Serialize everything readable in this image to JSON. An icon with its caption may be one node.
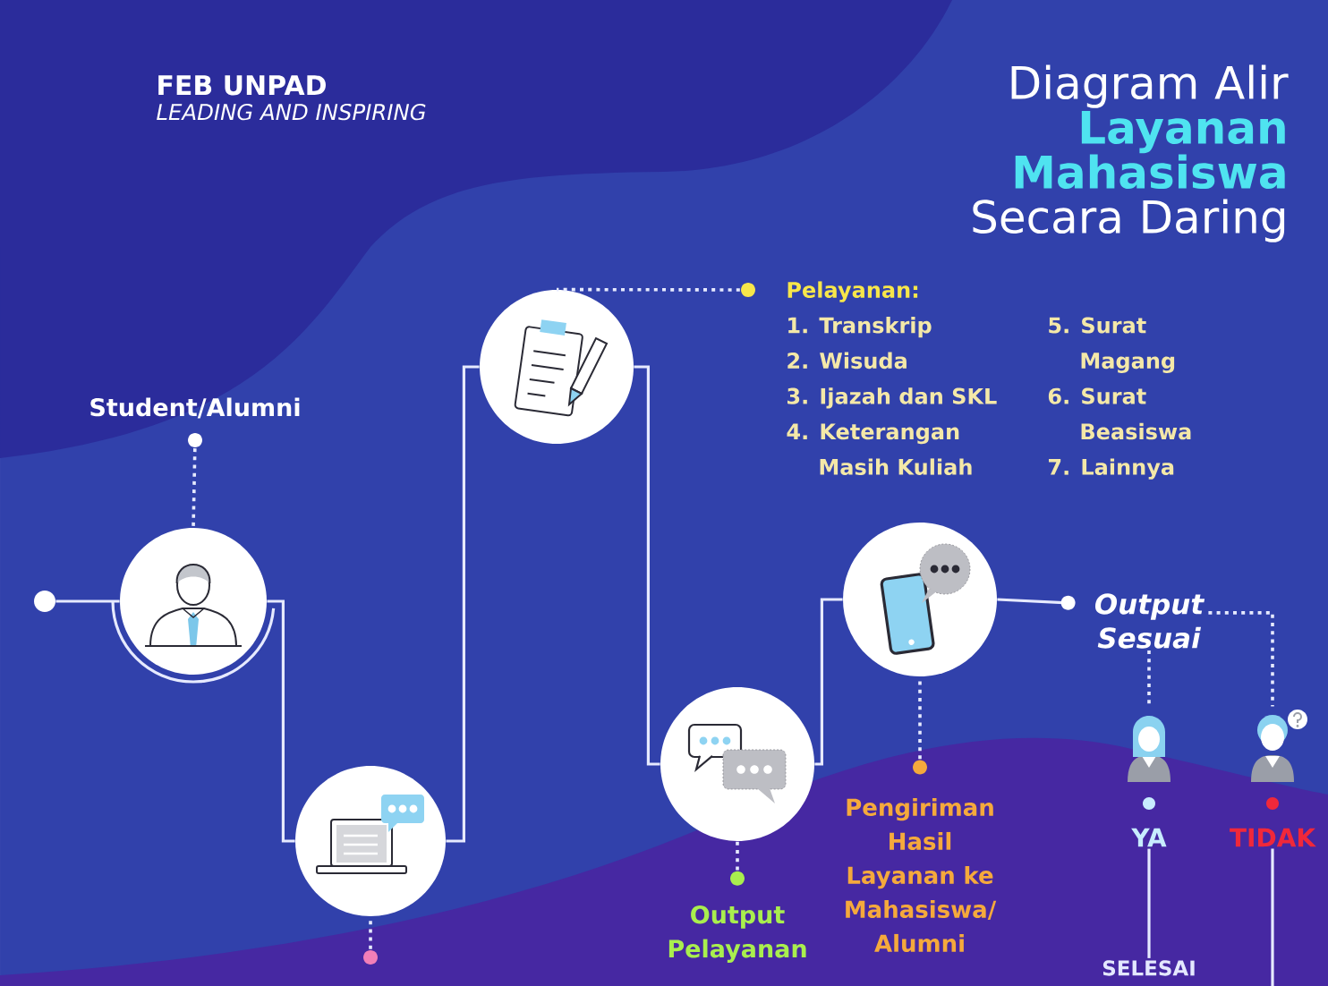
{
  "diagram": {
    "title": "Diagram Alir **Layanan Mahasiswa** Secara Daring",
    "nodes": [
      {
        "text": [],
        "shape": "circle"
      },
      {
        "text": [
          "Student/Alumni"
        ]
      },
      {
        "text": [],
        "shape": "circle"
      },
      {
        "text": [],
        "shape": "circle"
      },
      {
        "text": [],
        "shape": "circle"
      },
      {
        "text": [
          "Pelayanan:",
          "1. Transkrip",
          "2. Wisuda",
          "3. Ijazah dan SKL",
          "4. Keterangan Masih Kuliah",
          "5. Surat Magang",
          "6. Surat Beasiswa",
          "7. Lainnya"
        ]
      },
      {
        "text": [],
        "shape": "circle"
      },
      {
        "text": [
          "Output Pelayanan"
        ]
      },
      {
        "text": [],
        "shape": "circle"
      },
      {
        "text": [
          "Pengiriman Hasil Layanan ke Mahasiswa/ Alumni"
        ]
      },
      {
        "text": [
          "Output Sesuai"
        ]
      },
      {
        "text": [],
        "shape": "person"
      },
      {
        "text": [
          "YA"
        ]
      },
      {
        "text": [],
        "shape": "person"
      },
      {
        "text": [
          "TIDAK"
        ]
      },
      {
        "text": [
          "SELESAI"
        ]
      }
    ],
    "edges": [
      {
        "from": 0,
        "to": 2,
        "arrow": "none"
      },
      {
        "from": 1,
        "to": 2,
        "arrow": "other",
        "style": "dashed"
      },
      {
        "from": 2,
        "to": 3,
        "arrow": "none"
      },
      {
        "from": null,
        "to": 3,
        "arrow": "other",
        "style": "dashed"
      },
      {
        "from": 3,
        "to": 4,
        "arrow": "none"
      },
      {
        "from": 5,
        "to": 4,
        "arrow": "other",
        "style": "dashed"
      },
      {
        "from": 4,
        "to": 6,
        "arrow": "none"
      },
      {
        "from": 7,
        "to": 6,
        "arrow": "other",
        "style": "dashed"
      },
      {
        "from": 6,
        "to": 8,
        "arrow": "none"
      },
      {
        "from": 9,
        "to": 8,
        "arrow": "other",
        "style": "dashed"
      },
      {
        "from": 10,
        "to": 8,
        "arrow": "other"
      },
      {
        "from": 10,
        "to": 11,
        "arrow": "none",
        "style": "dashed"
      },
      {
        "from": 10,
        "to": 13,
        "arrow": "none",
        "style": "dashed"
      },
      {
        "from": 12,
        "to": 15,
        "arrow": "none"
      },
      {
        "from": 14,
        "to": null,
        "arrow": "none"
      }
    ],
    "labels": [
      "FEB UNPAD",
      "LEADING AND INSPIRING"
    ]
  }
}
